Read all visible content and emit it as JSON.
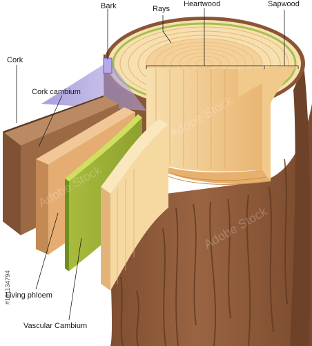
{
  "labels": {
    "bark": "Bark",
    "rays": "Rays",
    "heartwood": "Heartwood",
    "sapwood": "Sapwood",
    "cork": "Cork",
    "cork_cambium": "Cork cambium",
    "living_phloem": "Living phloem",
    "vascular_cambium": "Vascular Cambium"
  },
  "stock_id": "#191134794",
  "watermark": "Adobe Stock",
  "colors": {
    "bark_dark": "#7a4b2f",
    "bark_mid": "#8e5b3b",
    "bark_light": "#a8724e",
    "wood_light": "#f6d9a1",
    "wood_mid": "#eebb77",
    "heartwood": "#f3c486",
    "cambium_green": "#9fb43a",
    "phloem_tan": "#d9a068",
    "cork_brown": "#9b6a45",
    "purple_zoom": "#9a8cd8"
  }
}
